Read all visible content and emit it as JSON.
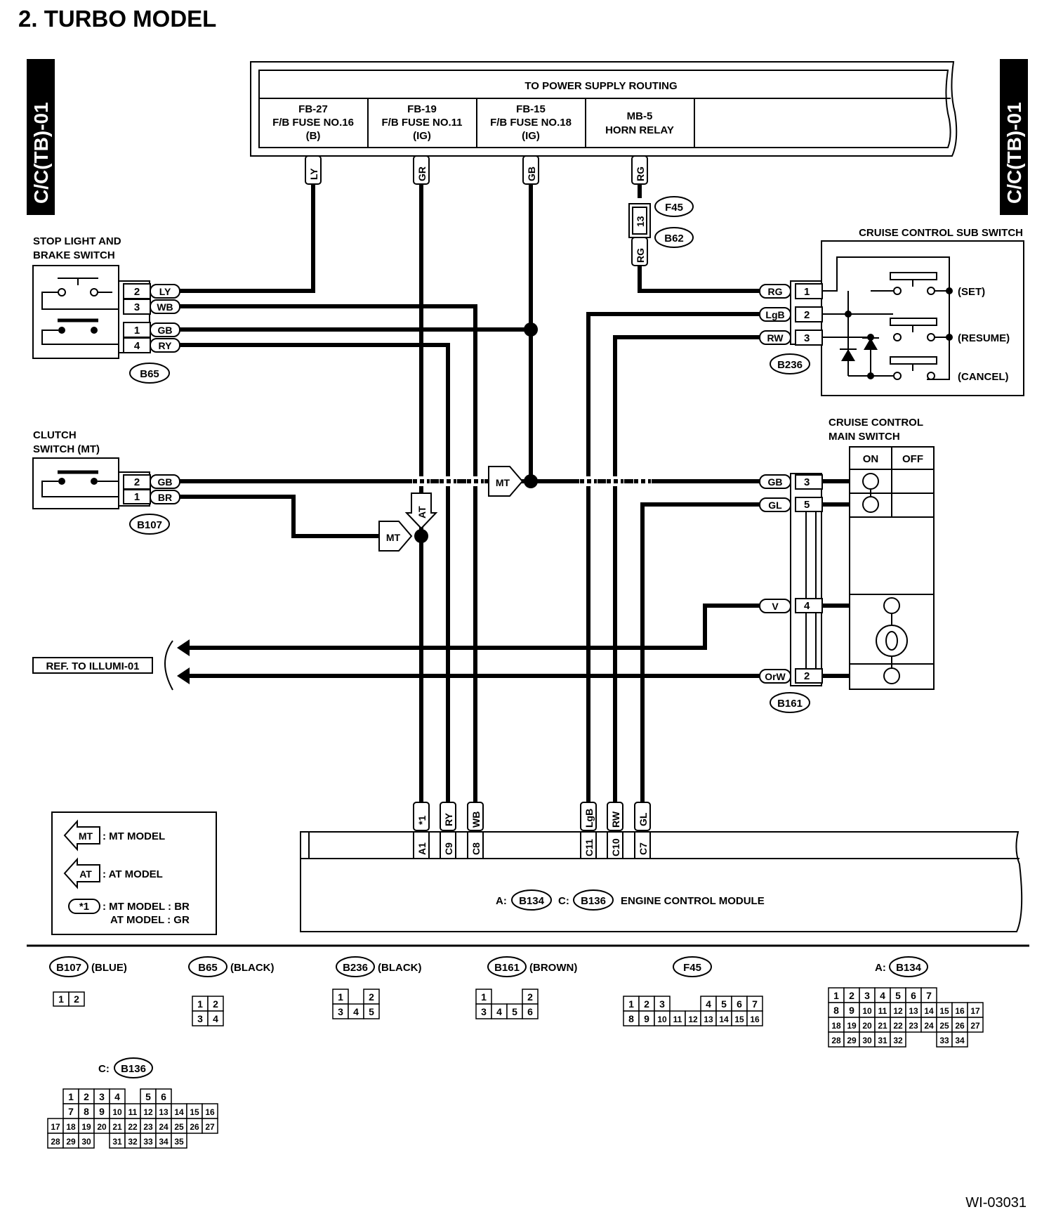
{
  "title": "2.  TURBO MODEL",
  "side_tag": "C/C(TB)-01",
  "figure_id": "WI-03031",
  "power_supply": {
    "header": "TO POWER SUPPLY ROUTING",
    "columns": [
      {
        "id": "FB-27",
        "desc": "F/B FUSE NO.16",
        "mode": "(B)",
        "wire": "LY"
      },
      {
        "id": "FB-19",
        "desc": "F/B FUSE NO.11",
        "mode": "(IG)",
        "wire": "GR"
      },
      {
        "id": "FB-15",
        "desc": "F/B FUSE NO.18",
        "mode": "(IG)",
        "wire": "GB"
      },
      {
        "id": "MB-5",
        "desc": "HORN RELAY",
        "mode": "",
        "wire": "RG"
      }
    ]
  },
  "splice": {
    "pin": "13",
    "wire_below": "RG",
    "conn1": "F45",
    "conn2": "B62"
  },
  "stop_light_switch": {
    "label_line1": "STOP LIGHT AND",
    "label_line2": "BRAKE SWITCH",
    "connector": "B65",
    "pins": [
      {
        "pin": "2",
        "wire": "LY"
      },
      {
        "pin": "3",
        "wire": "WB"
      },
      {
        "pin": "1",
        "wire": "GB"
      },
      {
        "pin": "4",
        "wire": "RY"
      }
    ]
  },
  "clutch_switch": {
    "label_line1": "CLUTCH",
    "label_line2": "SWITCH (MT)",
    "connector": "B107",
    "pins": [
      {
        "pin": "2",
        "wire": "GB"
      },
      {
        "pin": "1",
        "wire": "BR"
      }
    ]
  },
  "sub_switch": {
    "label": "CRUISE CONTROL SUB SWITCH",
    "connector": "B236",
    "pins": [
      {
        "pin": "1",
        "wire": "RG"
      },
      {
        "pin": "2",
        "wire": "LgB"
      },
      {
        "pin": "3",
        "wire": "RW"
      }
    ],
    "positions": [
      "(SET)",
      "(RESUME)",
      "(CANCEL)"
    ]
  },
  "main_switch": {
    "label_line1": "CRUISE CONTROL",
    "label_line2": "MAIN SWITCH",
    "on": "ON",
    "off": "OFF",
    "connector": "B161",
    "pins": [
      {
        "pin": "3",
        "wire": "GB"
      },
      {
        "pin": "5",
        "wire": "GL"
      },
      {
        "pin": "4",
        "wire": "V"
      },
      {
        "pin": "2",
        "wire": "OrW"
      }
    ]
  },
  "flags": {
    "mt": "MT",
    "at": "AT"
  },
  "ref_illumi": "REF. TO ILLUMI-01",
  "ecm": {
    "label_a": "A:",
    "conn_a": "B134",
    "label_c": "C:",
    "conn_c": "B136",
    "name": "ENGINE CONTROL MODULE",
    "terminals": [
      {
        "wire": "*1",
        "term": "A1"
      },
      {
        "wire": "RY",
        "term": "C9"
      },
      {
        "wire": "WB",
        "term": "C8"
      },
      {
        "wire": "LgB",
        "term": "C11"
      },
      {
        "wire": "RW",
        "term": "C10"
      },
      {
        "wire": "GL",
        "term": "C7"
      }
    ]
  },
  "legend": {
    "mt_flag": "MT",
    "mt_text": ": MT MODEL",
    "at_flag": "AT",
    "at_text": ": AT MODEL",
    "star": "*1",
    "star_line1": ": MT MODEL  : BR",
    "star_line2": "AT MODEL  : GR"
  },
  "connector_views": [
    {
      "name": "B107",
      "color": "(BLUE)",
      "prefix": ""
    },
    {
      "name": "B65",
      "color": "(BLACK)",
      "prefix": ""
    },
    {
      "name": "B236",
      "color": "(BLACK)",
      "prefix": ""
    },
    {
      "name": "B161",
      "color": "(BROWN)",
      "prefix": ""
    },
    {
      "name": "F45",
      "color": "",
      "prefix": ""
    },
    {
      "name": "B134",
      "color": "",
      "prefix": "A:"
    },
    {
      "name": "B136",
      "color": "",
      "prefix": "C:"
    }
  ],
  "pinouts": {
    "B107": [
      [
        "1",
        "2"
      ]
    ],
    "B65": [
      [
        "1",
        "2"
      ],
      [
        "3",
        "4"
      ]
    ],
    "B236": [
      [
        "1",
        "",
        "2"
      ],
      [
        "3",
        "4",
        "5"
      ]
    ],
    "B161": [
      [
        "1",
        "",
        "",
        "2"
      ],
      [
        "3",
        "4",
        "5",
        "6"
      ]
    ],
    "F45": [
      [
        "1",
        "2",
        "3",
        "",
        "",
        "4",
        "5",
        "6",
        "7"
      ],
      [
        "8",
        "9",
        "10",
        "11",
        "12",
        "13",
        "14",
        "15",
        "16"
      ]
    ],
    "B134": [
      [
        "1",
        "2",
        "3",
        "4",
        "5",
        "6",
        "7"
      ],
      [
        "8",
        "9",
        "10",
        "11",
        "12",
        "13",
        "14",
        "15",
        "16",
        "17"
      ],
      [
        "18",
        "19",
        "20",
        "21",
        "22",
        "23",
        "24",
        "25",
        "26",
        "27"
      ],
      [
        "28",
        "29",
        "30",
        "31",
        "32",
        "",
        "",
        "33",
        "34"
      ]
    ],
    "B136": [
      [
        "1",
        "2",
        "3",
        "4",
        "",
        "5",
        "6"
      ],
      [
        "7",
        "8",
        "9",
        "10",
        "11",
        "12",
        "13",
        "14",
        "15",
        "16"
      ],
      [
        "17",
        "18",
        "19",
        "20",
        "21",
        "22",
        "23",
        "24",
        "25",
        "26",
        "27"
      ],
      [
        "28",
        "29",
        "30",
        "",
        "31",
        "32",
        "33",
        "34",
        "35"
      ]
    ]
  }
}
